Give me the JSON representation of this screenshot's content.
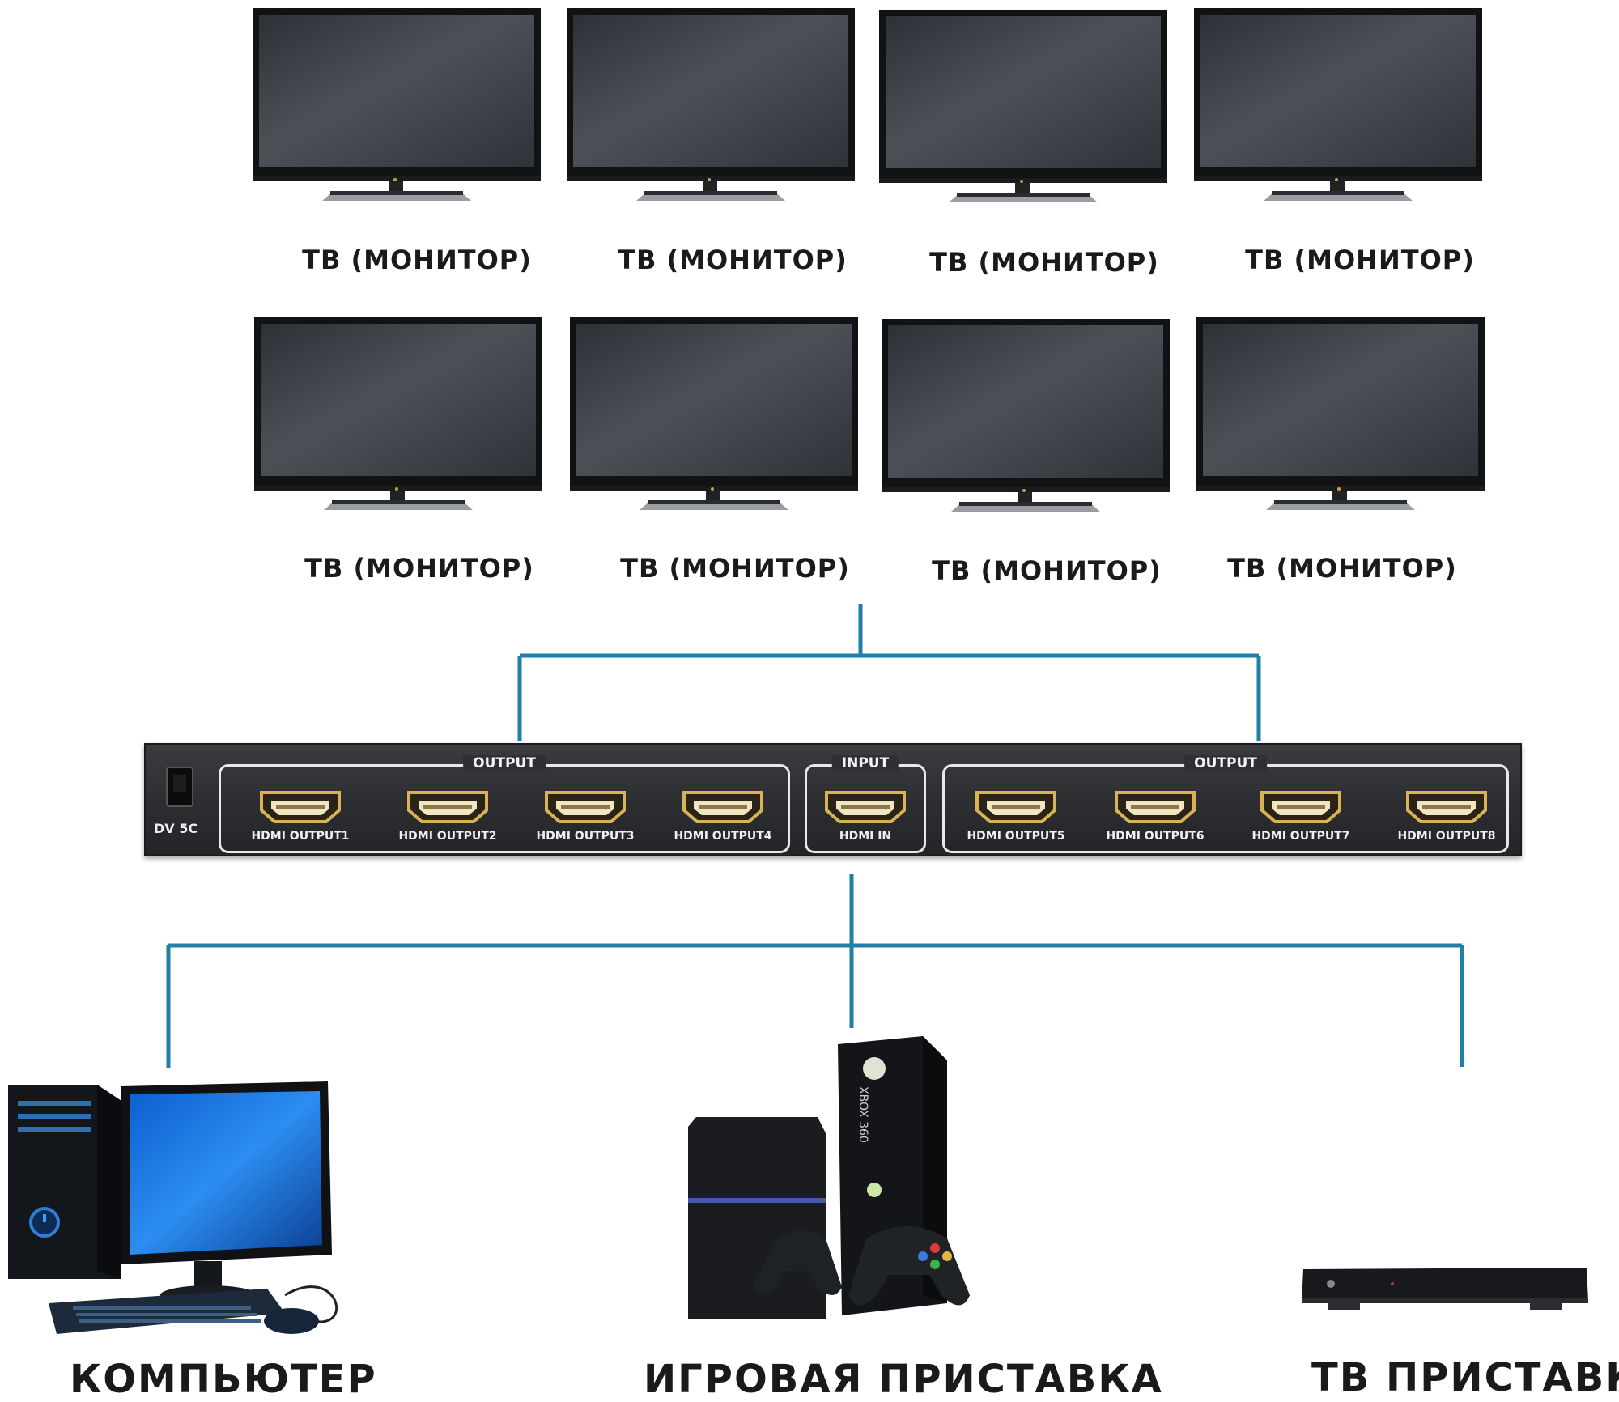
{
  "tv_label": "ТВ (МОНИТОР)",
  "output_title": "OUTPUT",
  "input_title": "INPUT",
  "power_label": "DV 5C",
  "ports_left": [
    "HDMI OUTPUT1",
    "HDMI OUTPUT2",
    "HDMI OUTPUT3",
    "HDMI OUTPUT4"
  ],
  "port_input": "HDMI IN",
  "ports_right": [
    "HDMI OUTPUT5",
    "HDMI OUTPUT6",
    "HDMI OUTPUT7",
    "HDMI OUTPUT8"
  ],
  "devices": {
    "computer": "КОМПЬЮТЕР",
    "console": "ИГРОВАЯ ПРИСТАВКА",
    "tvbox": "ТВ ПРИСТАВКА"
  },
  "console_brand": "XBOX 360",
  "colors": {
    "wire": "#1f7fa6",
    "tv_screen": "#3b4147",
    "switcher": "#2e3034"
  }
}
